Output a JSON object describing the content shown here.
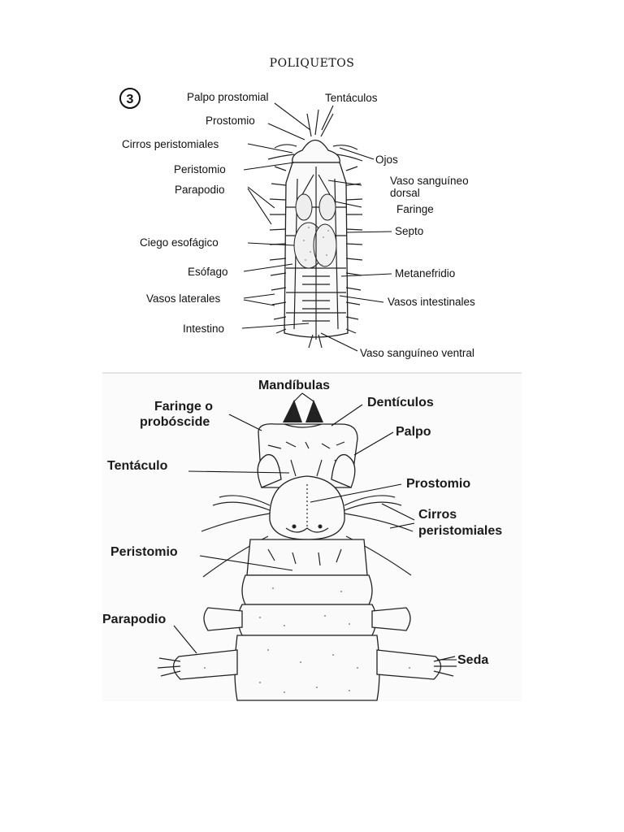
{
  "page": {
    "title": "POLIQUETOS"
  },
  "diagram1": {
    "number": "3",
    "labels": {
      "palpo_prostomial": "Palpo prostomial",
      "tentaculos": "Tentáculos",
      "prostomio": "Prostomio",
      "cirros_peristomiales": "Cirros peristomiales",
      "ojos": "Ojos",
      "peristomio": "Peristomio",
      "vaso_dorsal_1": "Vaso sanguíneo",
      "vaso_dorsal_2": "dorsal",
      "parapodio": "Parapodio",
      "faringe": "Faringe",
      "septo": "Septo",
      "ciego_esofagico": "Ciego esofágico",
      "esofago": "Esófago",
      "metanefridio": "Metanefridio",
      "vasos_laterales": "Vasos laterales",
      "vasos_intestinales": "Vasos intestinales",
      "intestino": "Intestino",
      "vaso_ventral": "Vaso sanguíneo ventral"
    }
  },
  "diagram2": {
    "labels": {
      "mandibulas": "Mandíbulas",
      "faringe_1": "Faringe o",
      "faringe_2": "probóscide",
      "denticulos": "Dentículos",
      "palpo": "Palpo",
      "tentaculo": "Tentáculo",
      "prostomio": "Prostomio",
      "cirros_1": "Cirros",
      "cirros_2": "peristomiales",
      "peristomio": "Peristomio",
      "parapodio": "Parapodio",
      "seda": "Seda"
    }
  }
}
